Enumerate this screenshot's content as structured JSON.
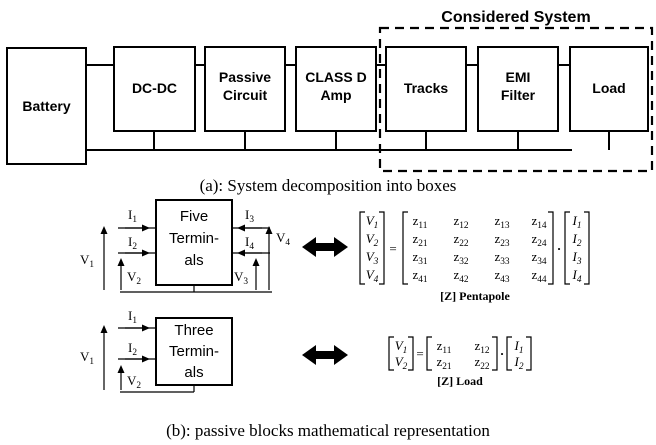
{
  "figure": {
    "considered_system_label": "Considered System",
    "blocks": {
      "battery": "Battery",
      "dcdc": "DC-DC",
      "passive_line1": "Passive",
      "passive_line2": "Circuit",
      "classd_line1": "CLASS D",
      "classd_line2": "Amp",
      "tracks": "Tracks",
      "emi_line1": "EMI",
      "emi_line2": "Filter",
      "load": "Load"
    },
    "caption_a": "(a): System decomposition into boxes",
    "caption_b": "(b): passive blocks mathematical representation",
    "five_terminals": {
      "line1": "Five",
      "line2": "Termin-",
      "line3": "als"
    },
    "three_terminals": {
      "line1": "Three",
      "line2": "Termin-",
      "line3": "als"
    },
    "pentapole_label": "[Z] Pentapole",
    "load_label": "[Z] Load",
    "five_v_vector": [
      "V1",
      "V2",
      "V3",
      "V4"
    ],
    "five_i_vector": [
      "I1",
      "I2",
      "I3",
      "I4"
    ],
    "five_z_matrix": [
      [
        "z11",
        "z12",
        "z13",
        "z14"
      ],
      [
        "z21",
        "z22",
        "z23",
        "z24"
      ],
      [
        "z31",
        "z32",
        "z33",
        "z34"
      ],
      [
        "z41",
        "z42",
        "z43",
        "z44"
      ]
    ],
    "three_v_vector": [
      "V1",
      "V2"
    ],
    "three_i_vector": [
      "I1",
      "I2"
    ],
    "three_z_matrix": [
      [
        "z11",
        "z12"
      ],
      [
        "z21",
        "z22"
      ]
    ],
    "equals_sign": "=",
    "dot_sign": "·",
    "five_labels": {
      "I1": "I1",
      "I2": "I2",
      "I3": "I3",
      "I4": "I4",
      "V1": "V1",
      "V2": "V2",
      "V3": "V3",
      "V4": "V4"
    },
    "three_labels": {
      "I1": "I1",
      "I2": "I2",
      "V1": "V1",
      "V2": "V2"
    }
  }
}
